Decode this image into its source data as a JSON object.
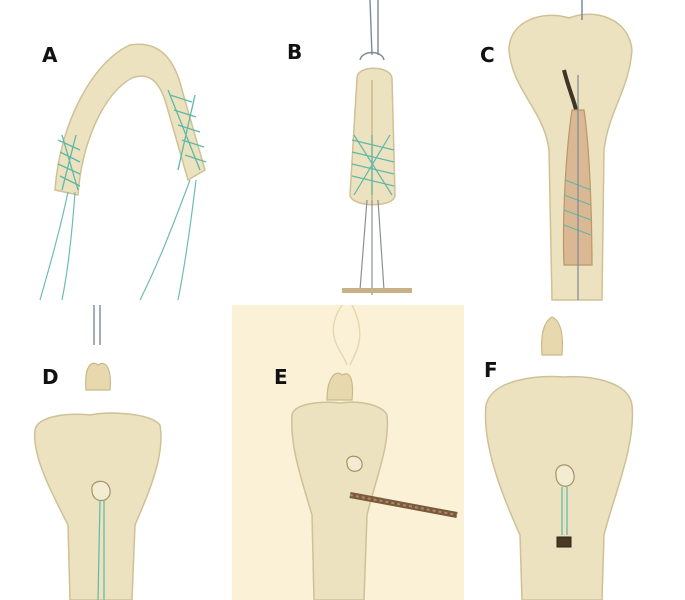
{
  "figure": {
    "panels": [
      {
        "label": "A"
      },
      {
        "label": "B"
      },
      {
        "label": "C"
      },
      {
        "label": "D"
      },
      {
        "label": "E"
      },
      {
        "label": "F"
      }
    ]
  },
  "colors": {
    "bone": "#ece2bf",
    "bone_shadow": "#c9b98a",
    "suture": "#5fb8a8",
    "wire": "#7d8a96",
    "screw": "#7a5a3a",
    "photo_bg_warm": "#f8e6b8"
  }
}
